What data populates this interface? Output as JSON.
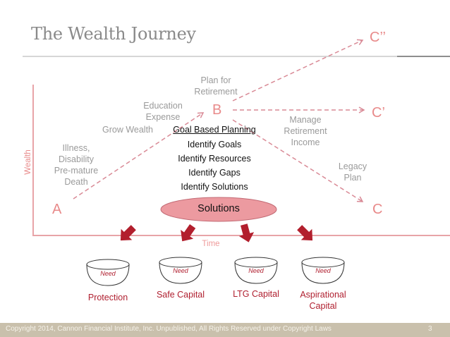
{
  "slide": {
    "title": "The Wealth Journey",
    "page_number": "3",
    "footer": "Copyright 2014,  Cannon Financial Institute, Inc. Unpublished, All Rights Reserved under Copyright Laws"
  },
  "axes": {
    "y_label": "Wealth",
    "x_label": "Time"
  },
  "points": {
    "a": "A",
    "b": "B",
    "c": "C",
    "c_prime": "C’",
    "c_double_prime": "C’’"
  },
  "stage_labels": {
    "illness": [
      "Illness,",
      "Disability",
      "Pre-mature",
      "Death"
    ],
    "grow_wealth": "Grow Wealth",
    "education": [
      "Education",
      "Expense"
    ],
    "plan_retirement": [
      "Plan for",
      "Retirement"
    ],
    "manage_income": [
      "Manage",
      "Retirement",
      "Income"
    ],
    "legacy": [
      "Legacy",
      "Plan"
    ]
  },
  "planning": {
    "heading": "Goal Based Planning",
    "steps": [
      "Identify Goals",
      "Identify Resources",
      "Identify Gaps",
      "Identify Solutions"
    ],
    "solutions": "Solutions"
  },
  "needs": [
    {
      "bowl": "Need",
      "label": [
        "Protection"
      ]
    },
    {
      "bowl": "Need",
      "label": [
        "Safe Capital"
      ]
    },
    {
      "bowl": "Need",
      "label": [
        "LTG Capital"
      ]
    },
    {
      "bowl": "Need",
      "label": [
        "Aspirational",
        "Capital"
      ]
    }
  ],
  "colors": {
    "axis": "#e8a4a8",
    "dashed_path": "#d98a96",
    "letters": "#e88a8a",
    "solutions_fill": "#ec9aa0",
    "arrows": "#b21f2d",
    "footer_bg": "#c9c0ac"
  }
}
